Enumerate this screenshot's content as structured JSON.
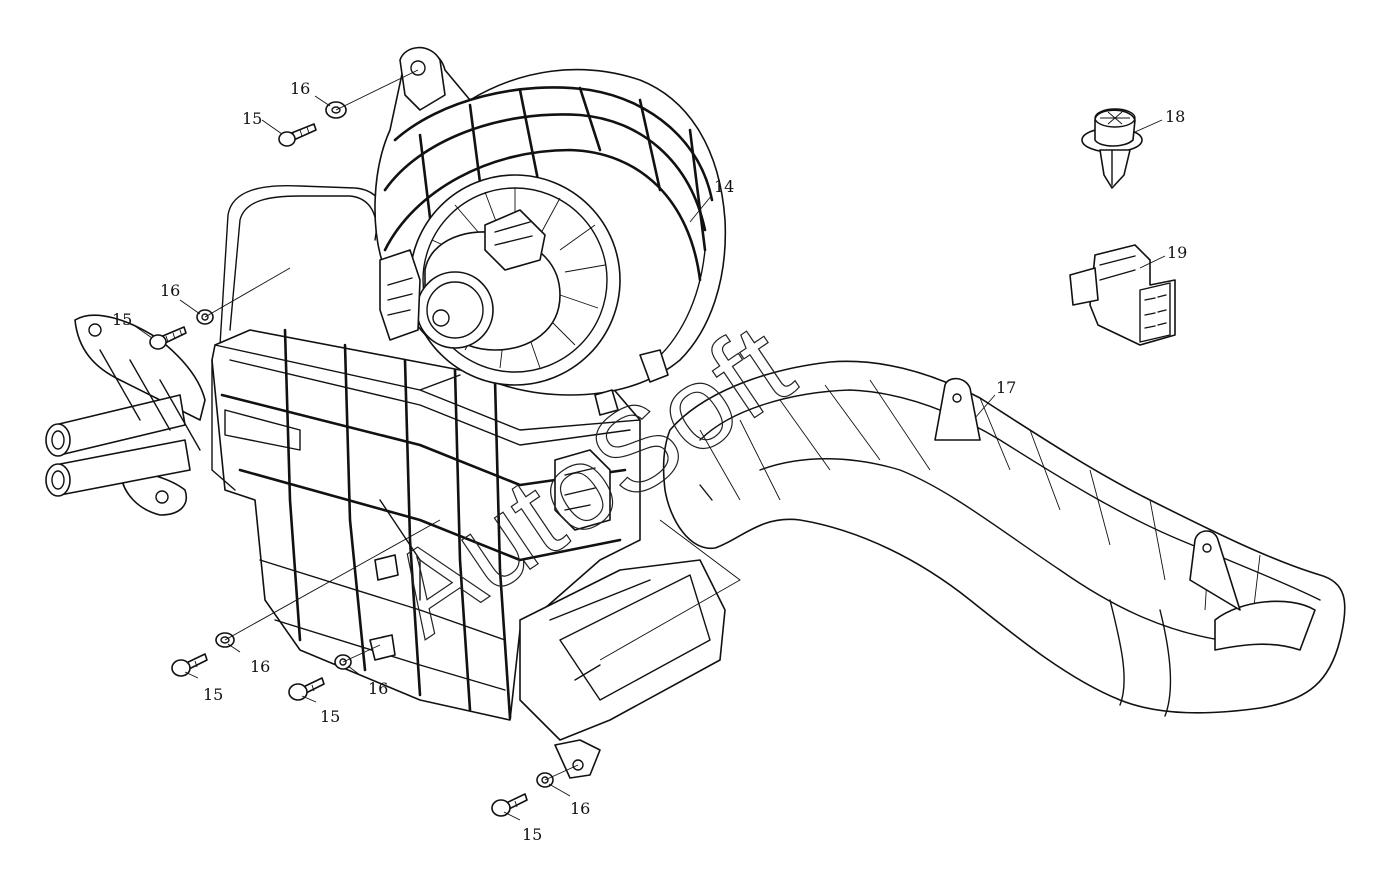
{
  "diagram": {
    "watermark": "AutoSoft",
    "callouts": [
      {
        "id": "c-14",
        "text": "14"
      },
      {
        "id": "c-15a",
        "text": "15"
      },
      {
        "id": "c-16a",
        "text": "16"
      },
      {
        "id": "c-15b",
        "text": "15"
      },
      {
        "id": "c-16b",
        "text": "16"
      },
      {
        "id": "c-15c",
        "text": "15"
      },
      {
        "id": "c-16c",
        "text": "16"
      },
      {
        "id": "c-15d",
        "text": "15"
      },
      {
        "id": "c-16d",
        "text": "16"
      },
      {
        "id": "c-15e",
        "text": "15"
      },
      {
        "id": "c-16e",
        "text": "16"
      },
      {
        "id": "c-17",
        "text": "17"
      },
      {
        "id": "c-18",
        "text": "18"
      },
      {
        "id": "c-19",
        "text": "19"
      }
    ]
  }
}
